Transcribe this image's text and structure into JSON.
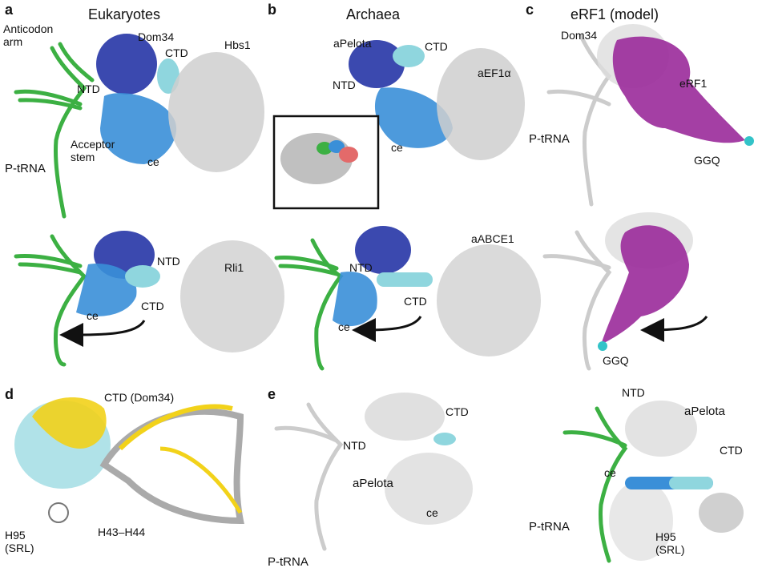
{
  "figure": {
    "panel_letters": [
      "a",
      "b",
      "c",
      "d",
      "e"
    ],
    "headers": [
      "Eukaryotes",
      "Archaea",
      "eRF1 (model)"
    ],
    "labels": {
      "anticodon_arm": "Anticodon\narm",
      "dom34": "Dom34",
      "ctd": "CTD",
      "hbs1": "Hbs1",
      "ntd": "NTD",
      "acceptor_stem": "Acceptor\nstem",
      "ptrna": "P-tRNA",
      "ce": "ce",
      "rli1": "Rli1",
      "apelota": "aPelota",
      "aef1a": "aEF1α",
      "aabce1": "aABCE1",
      "erf1": "eRF1",
      "ggq": "GGQ",
      "ctd_dom34": "CTD (Dom34)",
      "h95_srl": "H95\n(SRL)",
      "h43_h44": "H43–H44"
    },
    "colors": {
      "trna_green": "#3cb043",
      "dom34_dark_blue": "#2a3aa8",
      "dom34_mid_blue": "#3a8fd8",
      "ctd_cyan": "#8fd6de",
      "grey_protein": "#c8c8c8",
      "erf1_magenta": "#9a2a9a",
      "ggq_cyan": "#33c3c8",
      "yellow": "#f2d21a"
    }
  }
}
